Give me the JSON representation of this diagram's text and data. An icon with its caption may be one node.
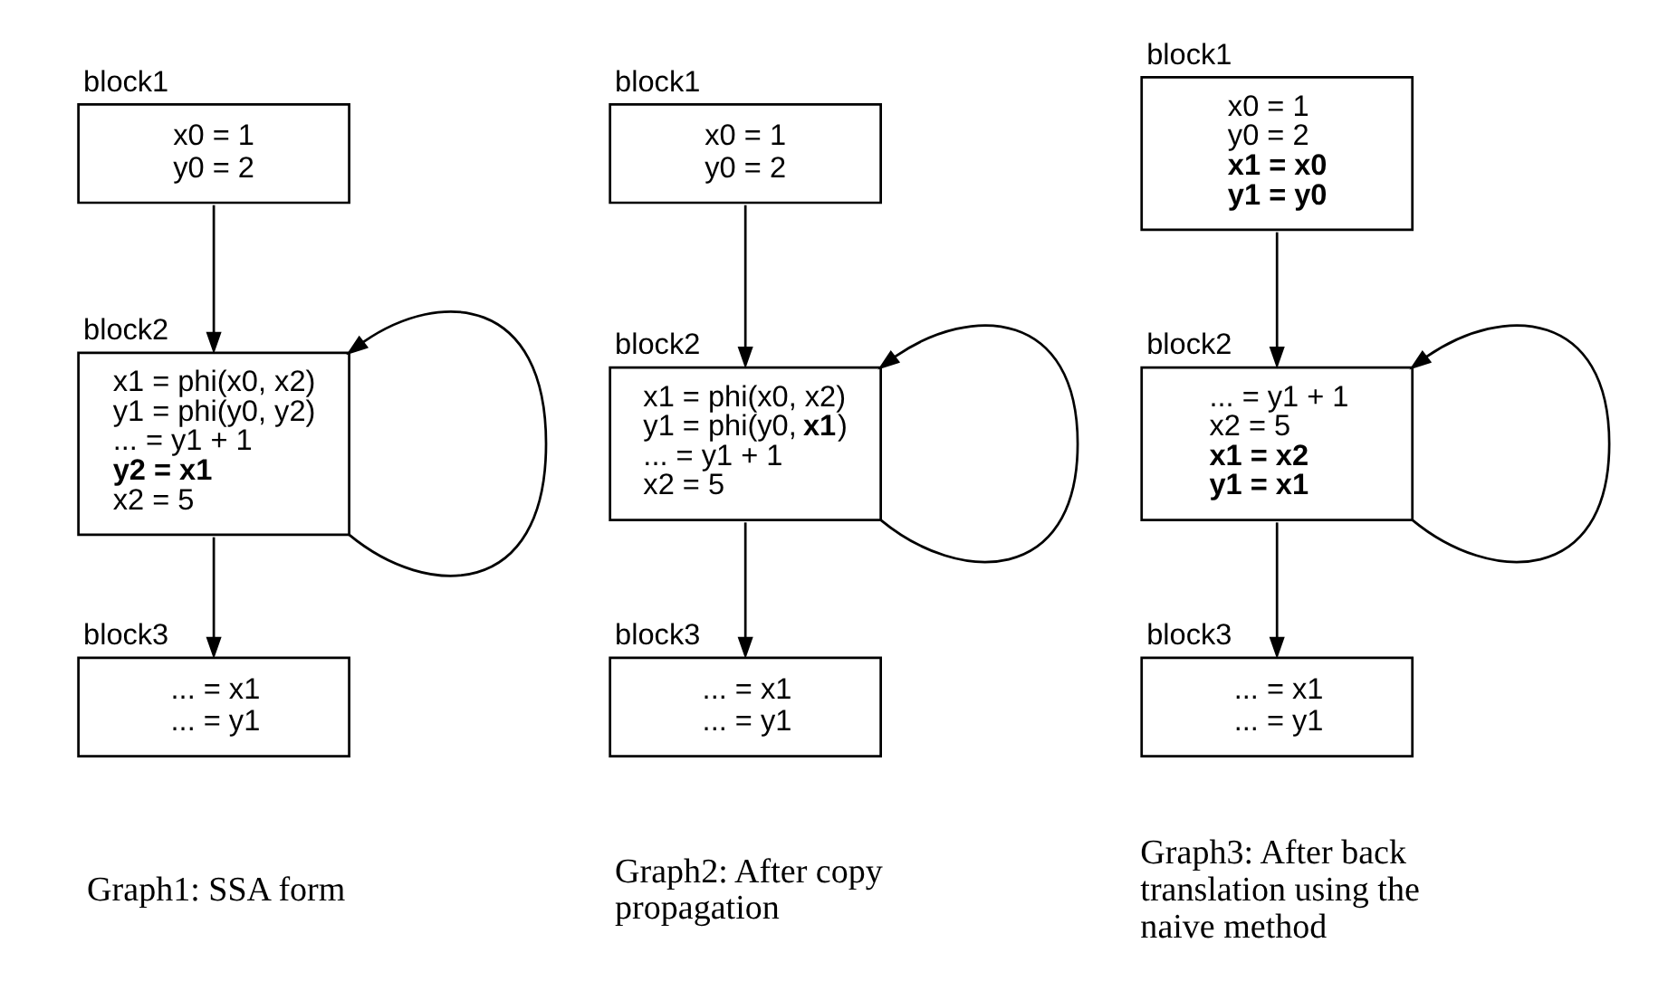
{
  "diagram": {
    "nodes": [
      {
        "text": [
          "block1",
          "x0 = 1",
          "y0 = 2"
        ]
      },
      {
        "text": [
          "block2",
          "x1 = phi(x0, x2)",
          "y1 = phi(y0, y2)",
          "... = y1 + 1",
          "**y2 = x1**",
          "x2 = 5"
        ]
      },
      {
        "text": [
          "block3",
          "... = x1",
          "... = y1"
        ]
      },
      {
        "text": [
          "block1",
          "x0 = 1",
          "y0 = 2"
        ]
      },
      {
        "text": [
          "block2",
          "x1 = phi(x0, x2)",
          "y1 = phi(y0, **x1**)",
          "... = y1 + 1",
          "x2 = 5"
        ]
      },
      {
        "text": [
          "block3",
          "... = x1",
          "... = y1"
        ]
      },
      {
        "text": [
          "block1",
          "x0 = 1",
          "y0 = 2",
          "**x1 = x0**",
          "**y1 = y0**"
        ]
      },
      {
        "text": [
          "block2",
          "... = y1 + 1",
          "x2 = 5",
          "**x1 = x2**",
          "**y1 = x1**"
        ]
      },
      {
        "text": [
          "block3",
          "... = x1",
          "... = y1"
        ]
      }
    ],
    "edges": [
      {
        "from": 0,
        "to": 1,
        "arrow": "to"
      },
      {
        "from": 1,
        "to": 2,
        "arrow": "to"
      },
      {
        "from": 1,
        "to": 1,
        "arrow": "to"
      },
      {
        "from": 3,
        "to": 4,
        "arrow": "to"
      },
      {
        "from": 4,
        "to": 5,
        "arrow": "to"
      },
      {
        "from": 4,
        "to": 4,
        "arrow": "to"
      },
      {
        "from": 6,
        "to": 7,
        "arrow": "to"
      },
      {
        "from": 7,
        "to": 8,
        "arrow": "to"
      },
      {
        "from": 7,
        "to": 7,
        "arrow": "to"
      }
    ],
    "labels": [
      "Graph1: SSA form",
      "Graph2: After copy propagation",
      "Graph3: After back translation using the naive method"
    ]
  }
}
